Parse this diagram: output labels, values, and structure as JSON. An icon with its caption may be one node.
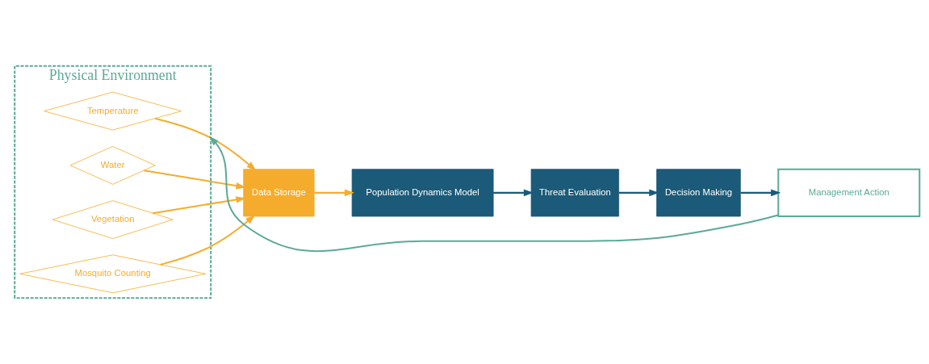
{
  "diagram": {
    "nodes": [
      {
        "text": [
          "Physical Environment"
        ]
      },
      {
        "text": [
          "Temperature"
        ],
        "in": 0
      },
      {
        "text": [
          "Water"
        ],
        "in": 0
      },
      {
        "text": [
          "Vegetation"
        ],
        "in": 0
      },
      {
        "text": [
          "Mosquito Counting"
        ],
        "in": 0
      },
      {
        "text": [
          "Management Action"
        ]
      },
      {
        "text": [
          "Decision Making"
        ]
      },
      {
        "text": [
          "Data Storage"
        ]
      },
      {
        "text": [
          "Population Dynamics Model"
        ]
      },
      {
        "text": [
          "Threat Evaluation"
        ]
      }
    ],
    "edges": [
      {
        "from": 1,
        "to": 7,
        "arrow": "to",
        "color": "#f5ac2c"
      },
      {
        "from": 2,
        "to": 7,
        "arrow": "to",
        "color": "#f5ac2c"
      },
      {
        "from": 3,
        "to": 7,
        "arrow": "to",
        "color": "#f5ac2c"
      },
      {
        "from": 4,
        "to": 7,
        "arrow": "to",
        "color": "#f5ac2c"
      },
      {
        "from": 7,
        "to": 8,
        "arrow": "to",
        "color": "#f5ac2c"
      },
      {
        "from": 8,
        "to": 9,
        "arrow": "to",
        "color": "#1b5a78"
      },
      {
        "from": 9,
        "to": 6,
        "arrow": "to",
        "color": "#1b5a78"
      },
      {
        "from": 6,
        "to": 5,
        "arrow": "to",
        "color": "#1b5a78"
      },
      {
        "from": 5,
        "to": 0,
        "arrow": "to",
        "color": "#5aab96"
      }
    ]
  }
}
